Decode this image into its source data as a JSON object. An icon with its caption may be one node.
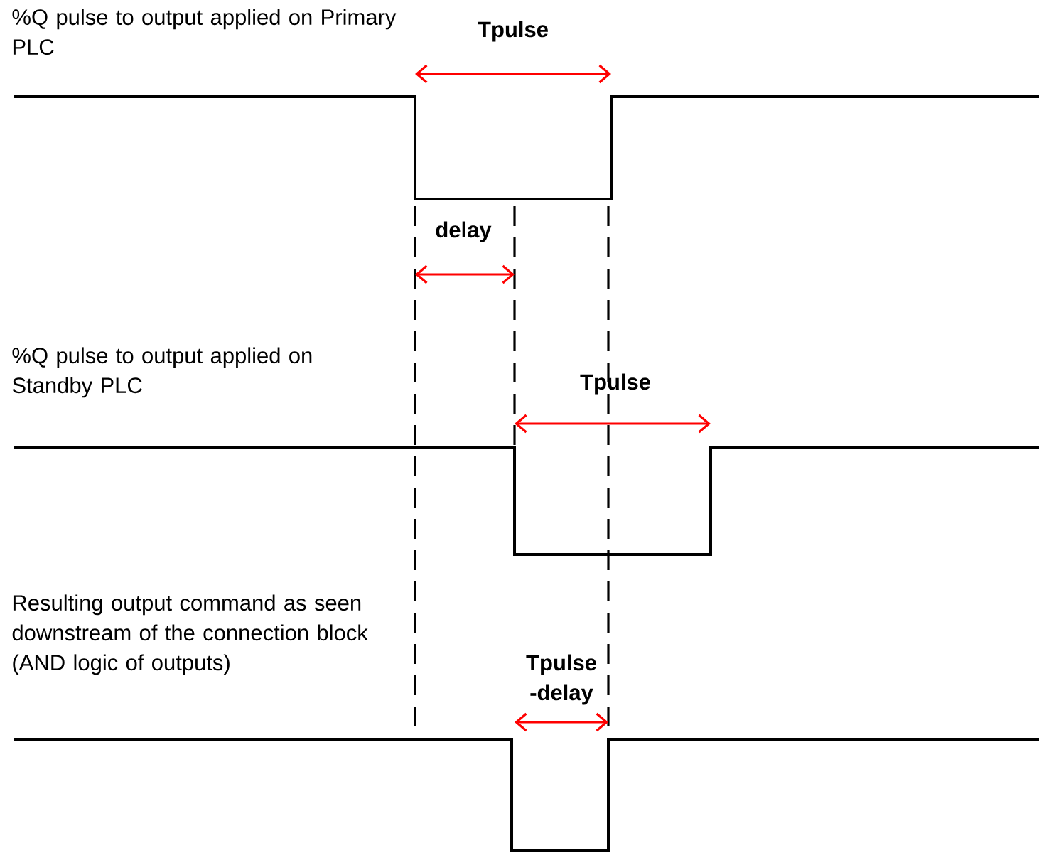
{
  "diagram": {
    "labels": [
      "%Q pulse to output applied on Primary PLC",
      "Tpulse",
      "delay",
      "%Q pulse to output applied on Standby PLC",
      "Tpulse",
      "Resulting output command as seen downstream of the connection block (AND logic of outputs)",
      "Tpulse -delay"
    ]
  }
}
